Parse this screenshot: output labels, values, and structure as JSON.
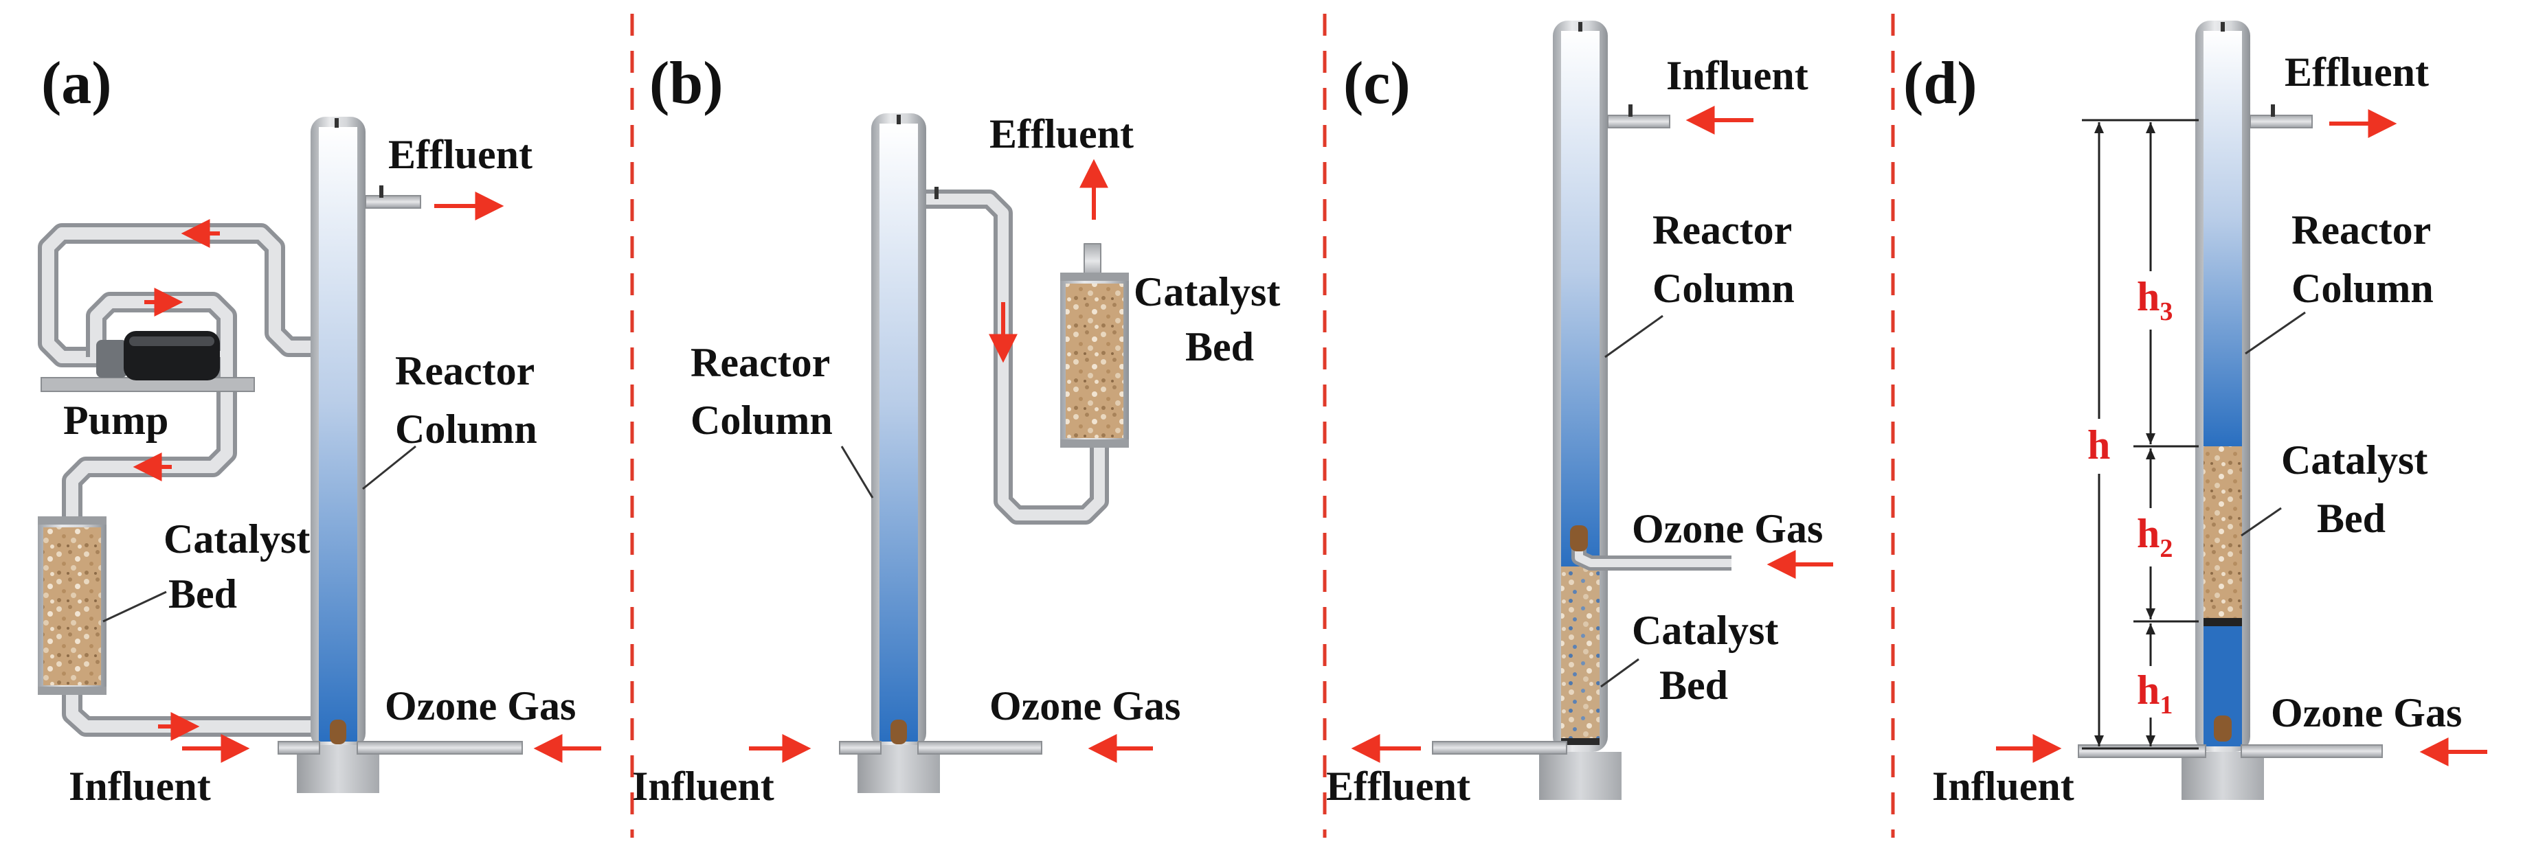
{
  "colors": {
    "arrow": "#ee3322",
    "divider": "#e03a2a",
    "dimension_text": "#cc1b1b",
    "catalyst": "#c9a47a",
    "water_top": "#ffffff",
    "water_bottom": "#2a6fc0",
    "pipe": "#c4c6c9"
  },
  "panels": {
    "a": {
      "label": "(a)",
      "effluent": "Effluent",
      "reactor_1": "Reactor",
      "reactor_2": "Column",
      "pump": "Pump",
      "catalyst_1": "Catalyst",
      "catalyst_2": "Bed",
      "ozone": "Ozone Gas",
      "influent": "Influent"
    },
    "b": {
      "label": "(b)",
      "effluent": "Effluent",
      "catalyst_1": "Catalyst",
      "catalyst_2": "Bed",
      "reactor_1": "Reactor",
      "reactor_2": "Column",
      "ozone": "Ozone Gas",
      "influent": "Influent"
    },
    "c": {
      "label": "(c)",
      "influent": "Influent",
      "reactor_1": "Reactor",
      "reactor_2": "Column",
      "ozone": "Ozone Gas",
      "catalyst_1": "Catalyst",
      "catalyst_2": "Bed",
      "effluent": "Effluent"
    },
    "d": {
      "label": "(d)",
      "effluent": "Effluent",
      "reactor_1": "Reactor",
      "reactor_2": "Column",
      "catalyst_1": "Catalyst",
      "catalyst_2": "Bed",
      "ozone": "Ozone Gas",
      "influent": "Influent",
      "dim_h": "h",
      "dim_h1": "h",
      "dim_h1_sub": "1",
      "dim_h2": "h",
      "dim_h2_sub": "2",
      "dim_h3": "h",
      "dim_h3_sub": "3"
    }
  }
}
